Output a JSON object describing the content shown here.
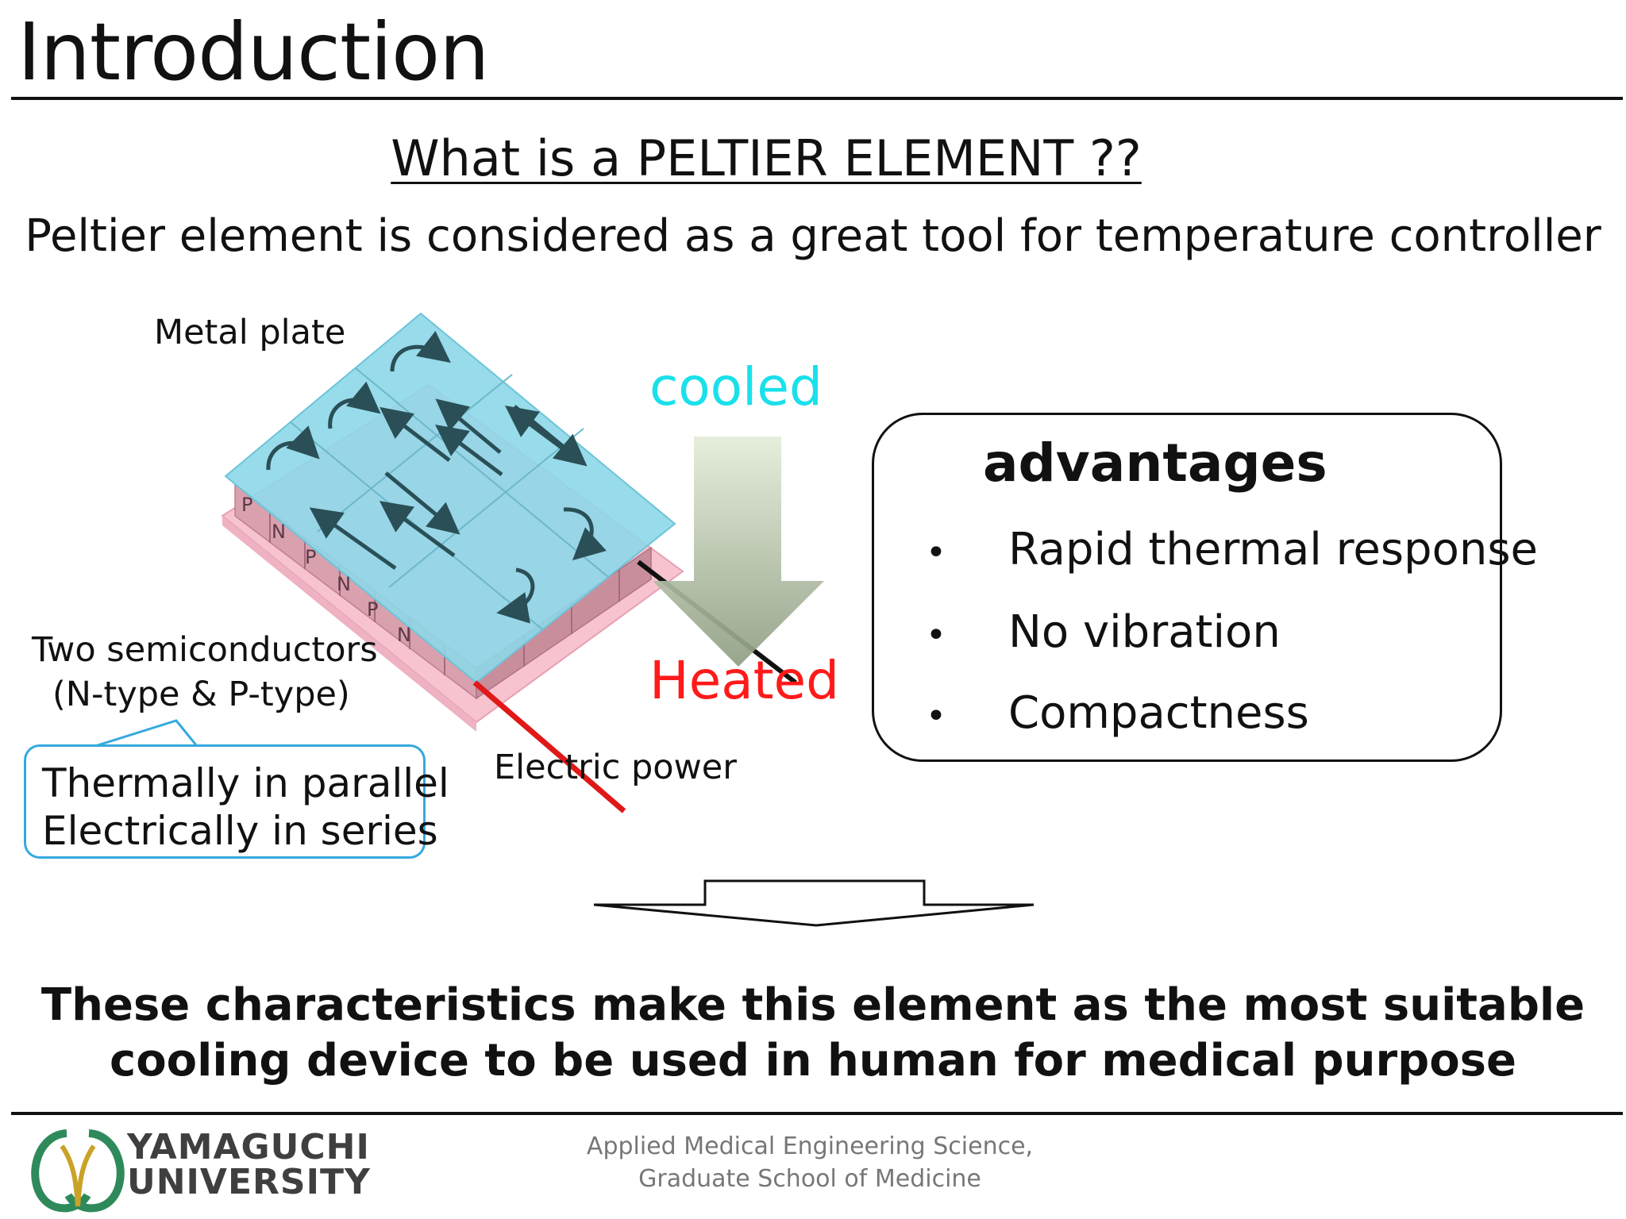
{
  "slide": {
    "title": "Introduction",
    "subtitle": "What is a PELTIER ELEMENT ??",
    "lead": "Peltier element is considered as a great tool for temperature controller"
  },
  "diagram": {
    "metal_plate_label": "Metal plate",
    "semiconductors_label_1": "Two semiconductors",
    "semiconductors_label_2": "(N-type & P-type)",
    "callout_line_1": "Thermally in parallel",
    "callout_line_2": "Electrically in series",
    "electric_power_label": "Electric power",
    "cooled_label": "cooled",
    "heated_label": "Heated",
    "pn_letters": [
      "P",
      "N",
      "P",
      "N",
      "P",
      "N"
    ],
    "colors": {
      "plate_top": "#8dd7e8",
      "plate_bottom": "#f7c3cf",
      "cooled": "#19e0ea",
      "heated": "#ff1a1a",
      "wire": "#e01818"
    }
  },
  "advantages": {
    "title": "advantages",
    "bullet": "•",
    "items": [
      "Rapid thermal response",
      "No vibration",
      "Compactness"
    ]
  },
  "conclusion": {
    "line_1": "These characteristics make this element as the most suitable",
    "line_2": "cooling device to be used in human for medical purpose"
  },
  "footer": {
    "logo_line_1": "YAMAGUCHI",
    "logo_line_2": "UNIVERSITY",
    "dept_line_1": "Applied Medical Engineering Science,",
    "dept_line_2": "Graduate School of Medicine"
  }
}
